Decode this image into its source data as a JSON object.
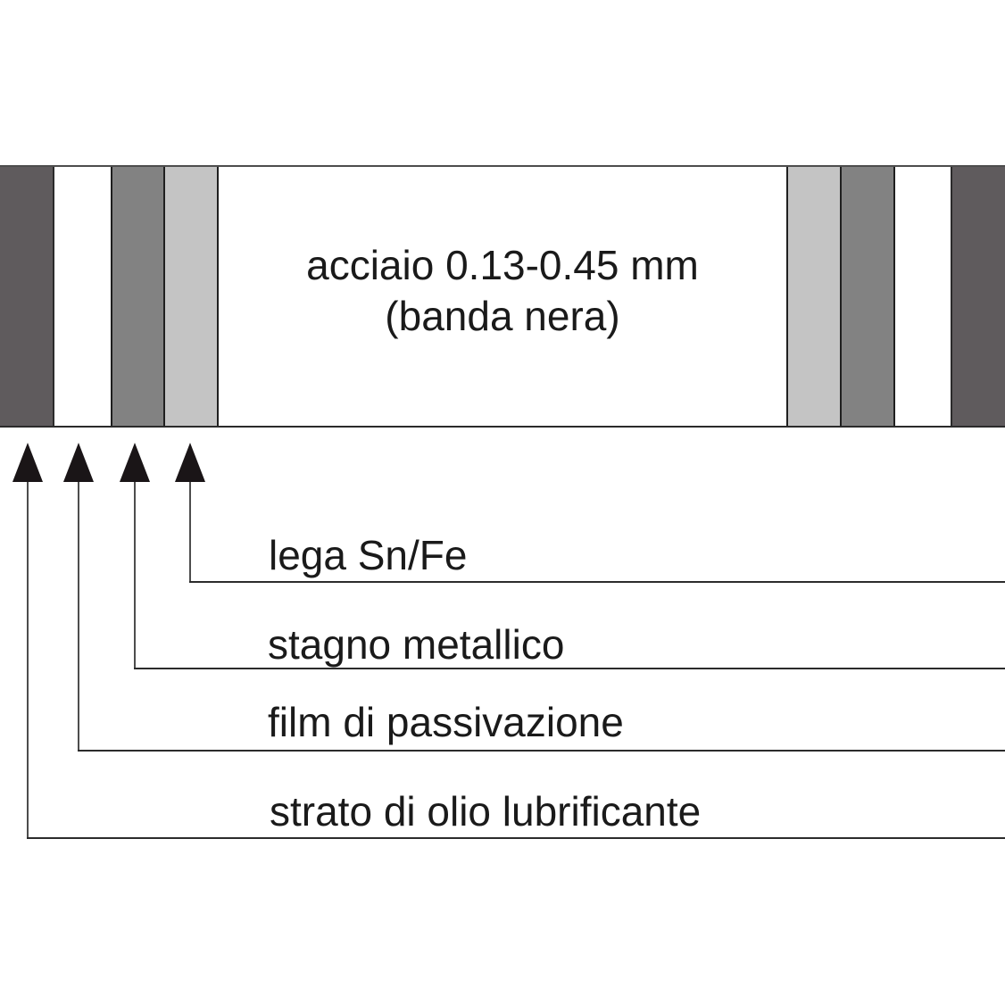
{
  "background_color": "#ffffff",
  "diagram": {
    "core": {
      "line1": "acciaio 0.13-0.45 mm",
      "line2": "(banda nera)"
    },
    "callouts": [
      {
        "label": "strato di olio lubrificante"
      },
      {
        "label": "film di passivazione"
      },
      {
        "label": "stagno metallico"
      },
      {
        "label": "lega Sn/Fe"
      }
    ],
    "layers": [
      {
        "name": "strato di olio lubrificante",
        "color": "#5f5b5d"
      },
      {
        "name": "film di passivazione",
        "color": "#ffffff"
      },
      {
        "name": "stagno metallico",
        "color": "#828282"
      },
      {
        "name": "lega Sn/Fe",
        "color": "#c4c4c4"
      },
      {
        "name": "acciaio (banda nera)",
        "color": "#ffffff"
      }
    ],
    "colors": {
      "outline": "#2b2b2b",
      "arrow": "#1a1517",
      "text": "#1a1a1a"
    }
  }
}
